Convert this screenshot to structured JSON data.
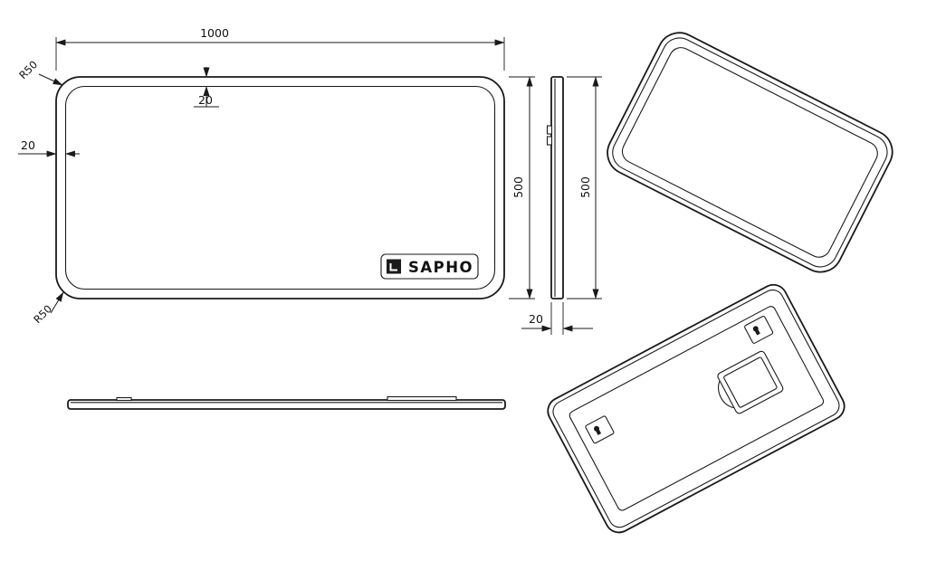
{
  "front_view": {
    "dim_width": "1000",
    "dim_height": "500",
    "dim_border_top": "20",
    "dim_border_left": "20",
    "radius_top": "R50",
    "radius_bottom": "R50",
    "logo_text": "SAPHO"
  },
  "side_view": {
    "dim_height": "500",
    "dim_thickness": "20"
  },
  "colors": {
    "line": "#1a1a1a",
    "background": "#ffffff"
  }
}
